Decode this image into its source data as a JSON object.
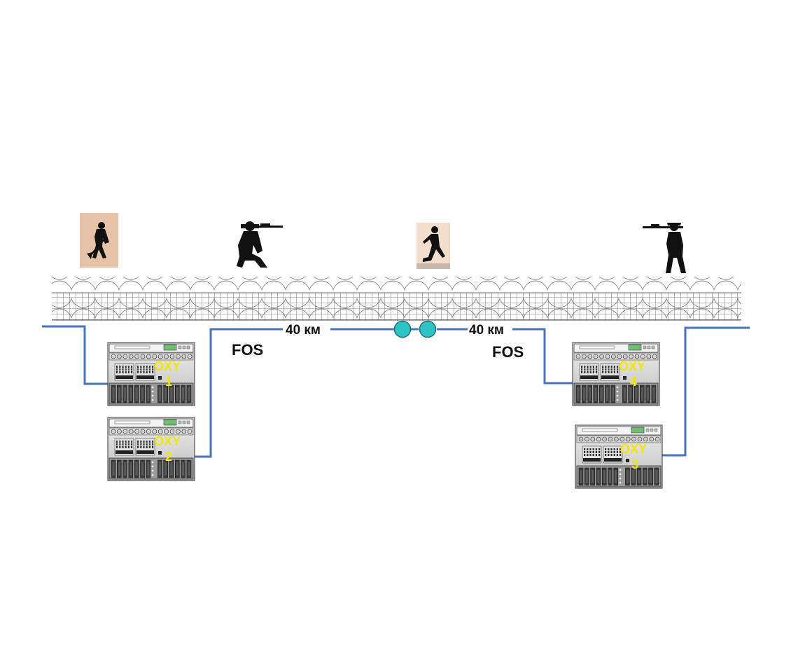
{
  "labels": {
    "span_left": "40 км",
    "span_right": "40 км",
    "fos_left": "FOS",
    "fos_right": "FOS"
  },
  "devices": [
    {
      "id": "oxy1",
      "line1": "OXY",
      "line2": "1"
    },
    {
      "id": "oxy2",
      "line1": "OXY",
      "line2": "2"
    },
    {
      "id": "oxy4",
      "line1": "OXY",
      "line2": "4"
    },
    {
      "id": "oxy3",
      "line1": "OXY",
      "line2": "3"
    }
  ],
  "figures": [
    {
      "id": "digger",
      "kind": "person-digging"
    },
    {
      "id": "kneeling-shooter",
      "kind": "person-kneeling-rifle"
    },
    {
      "id": "runner",
      "kind": "person-running"
    },
    {
      "id": "standing-shooter",
      "kind": "person-standing-rifle"
    }
  ],
  "colors": {
    "fiber_line": "#4a74b8",
    "splice": "#2ec4c4",
    "label_yellow": "#f2e600",
    "text": "#111111",
    "fence": "#555555"
  }
}
